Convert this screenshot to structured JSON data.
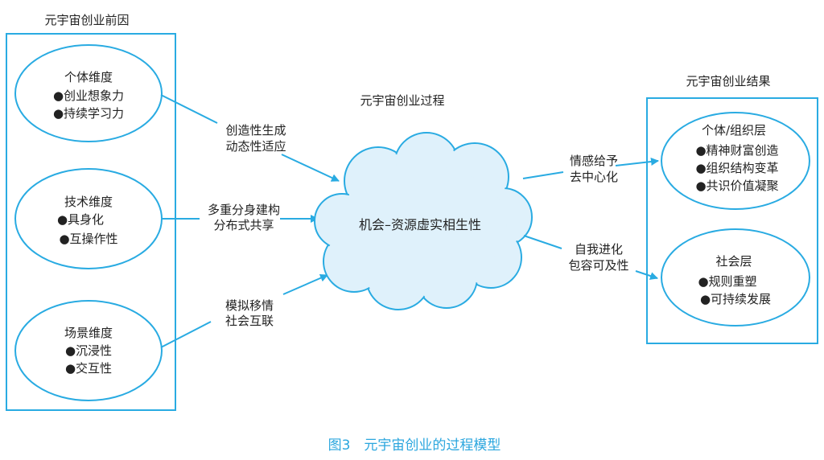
{
  "sections": {
    "antecedents": "元宇宙创业前因",
    "process": "元宇宙创业过程",
    "outcomes": "元宇宙创业结果"
  },
  "antecedents": [
    {
      "title": "个体维度",
      "items": [
        "●创业想象力",
        "●持续学习力"
      ]
    },
    {
      "title": "技术维度",
      "items": [
        "●具身化",
        "●互操作性"
      ]
    },
    {
      "title": "场景维度",
      "items": [
        "●沉浸性",
        "●交互性"
      ]
    }
  ],
  "core": "机会–资源虚实相生性",
  "input_links": [
    [
      "创造性生成",
      "动态性适应"
    ],
    [
      "多重分身建构",
      "分布式共享"
    ],
    [
      "模拟移情",
      "社会互联"
    ]
  ],
  "output_links": [
    [
      "情感给予",
      "去中心化"
    ],
    [
      "自我进化",
      "包容可及性"
    ]
  ],
  "outcomes": [
    {
      "title": "个体/组织层",
      "items": [
        "●精神财富创造",
        "●组织结构变革",
        "●共识价值凝聚"
      ]
    },
    {
      "title": "社会层",
      "items": [
        "●规则重塑",
        "●可持续发展"
      ]
    }
  ],
  "caption": "图3　元宇宙创业的过程模型",
  "colors": {
    "line": "#29abe2",
    "cloud": "#dff1fb",
    "caption": "#2ba6de"
  }
}
